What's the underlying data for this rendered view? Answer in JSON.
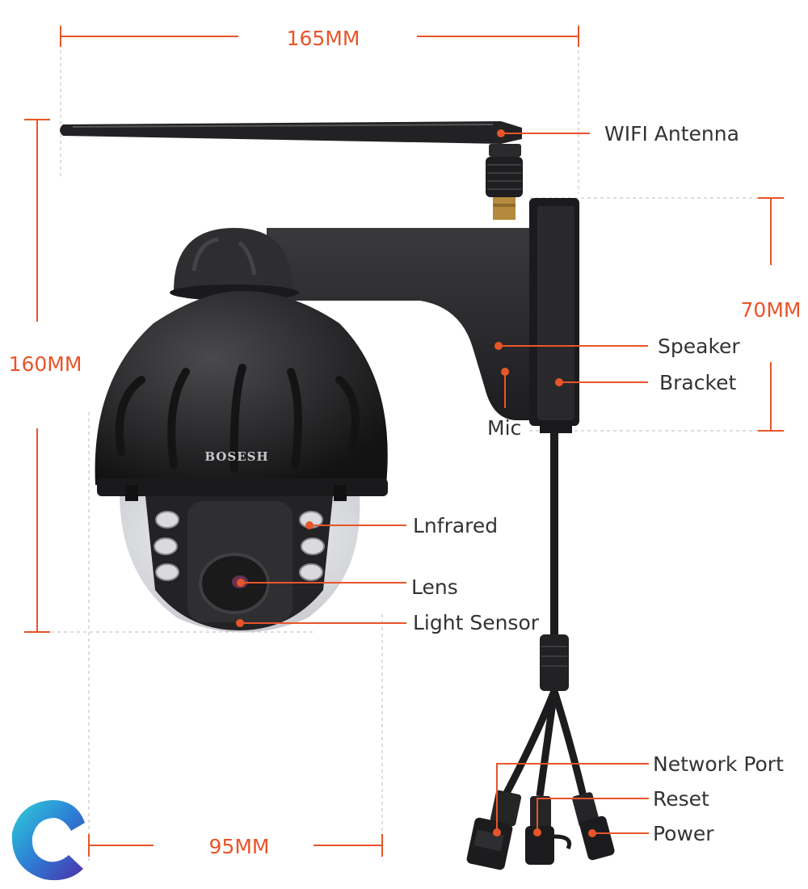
{
  "colors": {
    "accent": "#e8552a",
    "text": "#333333",
    "device": "#2a2a2c",
    "device_dark": "#161617",
    "guide": "#bbbbbb"
  },
  "dimensions": {
    "width_top": "165MM",
    "height_left": "160MM",
    "bracket_height": "70MM",
    "width_bottom": "95MM"
  },
  "callouts": {
    "wifi_antenna": "WIFI Antenna",
    "speaker": "Speaker",
    "bracket": "Bracket",
    "mic": "Mic",
    "infrared": "Lnfrared",
    "lens": "Lens",
    "light_sensor": "Light Sensor",
    "network_port": "Network Port",
    "reset": "Reset",
    "power": "Power"
  },
  "brand": "BOSESH",
  "icons": {
    "logo": "brand-logo-icon"
  }
}
